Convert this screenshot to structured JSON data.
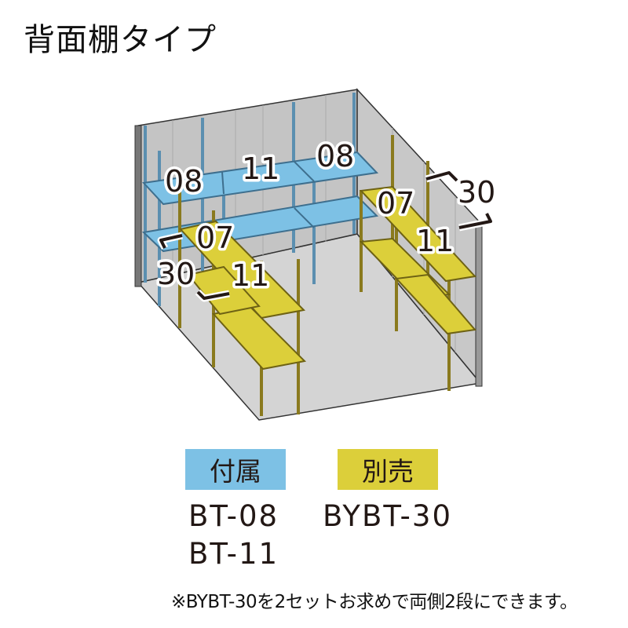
{
  "title": "背面棚タイプ",
  "diagram": {
    "labels": {
      "left_back_shelf": "08",
      "center_back_shelf": "11",
      "right_back_shelf": "08",
      "left_side_07": "07",
      "left_side_30": "30",
      "left_side_11": "11",
      "right_side_07": "07",
      "right_side_30": "30",
      "right_side_11": "11"
    },
    "colors": {
      "included_shelf": "#7dc1e5",
      "optional_shelf": "#dccf3a",
      "wall": "#c4c4c4",
      "floor": "#d4d4d4",
      "frame_blue": "#5b8fb0",
      "frame_yellow": "#8a7a1e"
    }
  },
  "legend": {
    "included": {
      "label": "付属",
      "color": "#7dc1e5",
      "models": [
        "BT-08",
        "BT-11"
      ]
    },
    "optional": {
      "label": "別売",
      "color": "#dccf3a",
      "models": [
        "BYBT-30"
      ]
    }
  },
  "note": "※BYBT-30を2セットお求めで両側2段にできます。"
}
